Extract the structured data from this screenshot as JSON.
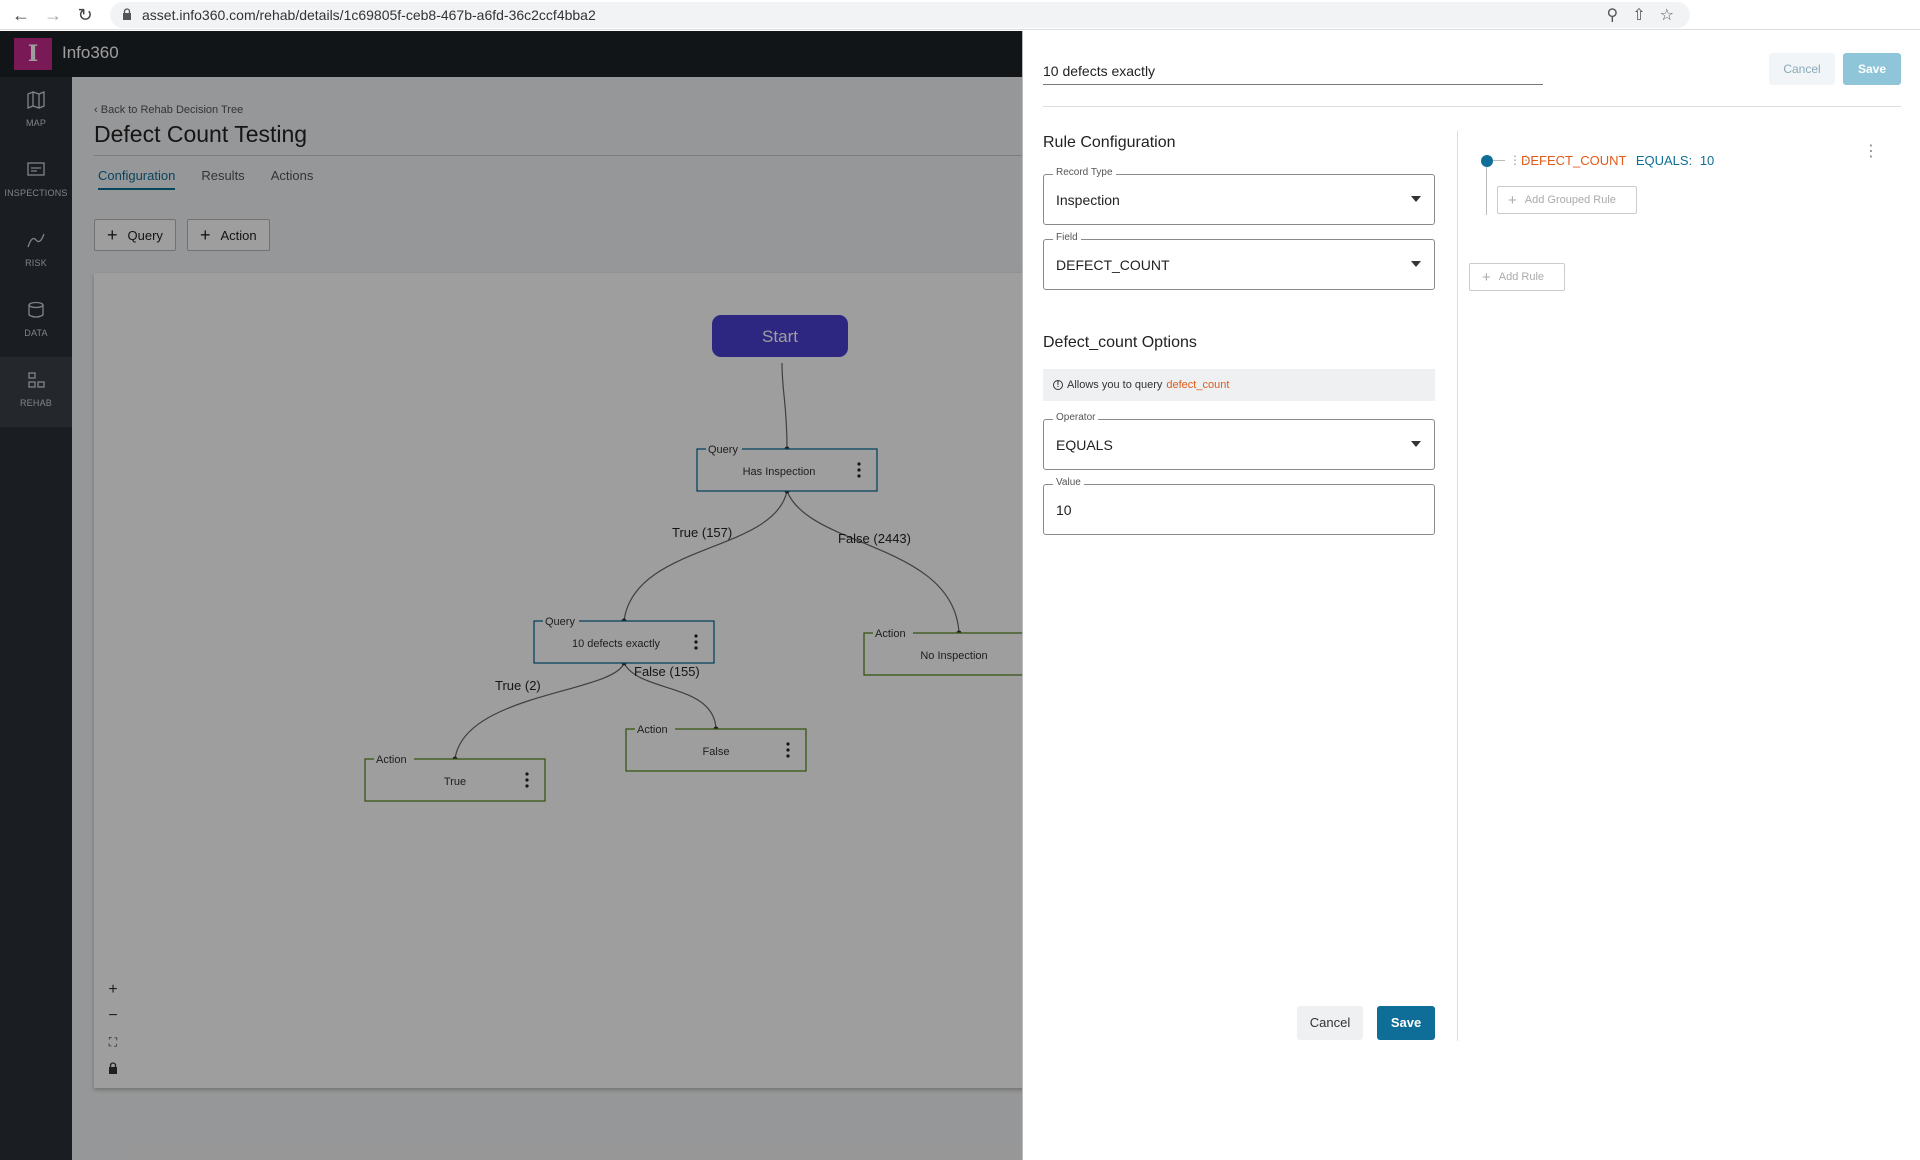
{
  "browser": {
    "url": "asset.info360.com/rehab/details/1c69805f-ceb8-467b-a6fd-36c2ccf4bba2"
  },
  "app": {
    "name": "Info360",
    "logo_letter": "I"
  },
  "sidebar": {
    "items": [
      {
        "label": "MAP",
        "icon": "map-icon"
      },
      {
        "label": "INSPECTIONS",
        "icon": "inspections-icon"
      },
      {
        "label": "RISK",
        "icon": "risk-icon"
      },
      {
        "label": "DATA",
        "icon": "data-icon"
      },
      {
        "label": "REHAB",
        "icon": "rehab-icon",
        "active": true
      }
    ]
  },
  "page": {
    "back_link": "Back to Rehab Decision Tree",
    "title": "Defect Count Testing",
    "tabs": [
      {
        "label": "Configuration",
        "active": true
      },
      {
        "label": "Results"
      },
      {
        "label": "Actions"
      }
    ],
    "toolbar": {
      "query_label": "Query",
      "action_label": "Action"
    }
  },
  "flow": {
    "start_label": "Start",
    "nodes": [
      {
        "type": "Query",
        "label": "Has Inspection"
      },
      {
        "type": "Query",
        "label": "10 defects exactly"
      },
      {
        "type": "Action",
        "label": "No Inspection"
      },
      {
        "type": "Action",
        "label": "True"
      },
      {
        "type": "Action",
        "label": "False"
      }
    ],
    "edges": [
      {
        "label": "True (157)"
      },
      {
        "label": "False (2443)"
      },
      {
        "label": "True (2)"
      },
      {
        "label": "False (155)"
      }
    ]
  },
  "panel": {
    "rule_name": "10 defects exactly",
    "header_cancel": "Cancel",
    "header_save": "Save",
    "rule_config_title": "Rule Configuration",
    "record_type": {
      "legend": "Record Type",
      "value": "Inspection"
    },
    "field": {
      "legend": "Field",
      "value": "DEFECT_COUNT"
    },
    "options_title": "Defect_count Options",
    "info_text": "Allows you to query",
    "info_link": "defect_count",
    "operator": {
      "legend": "Operator",
      "value": "EQUALS"
    },
    "value": {
      "legend": "Value",
      "value": "10"
    },
    "footer_cancel": "Cancel",
    "footer_save": "Save",
    "rule": {
      "field": "DEFECT_COUNT",
      "operator": "EQUALS:",
      "value": "10"
    },
    "add_grouped_rule": "Add Grouped Rule",
    "add_rule": "Add Rule"
  },
  "colors": {
    "accent": "#0f6e97",
    "start_node": "#4a3fd1",
    "field_highlight": "#e05a1a"
  }
}
